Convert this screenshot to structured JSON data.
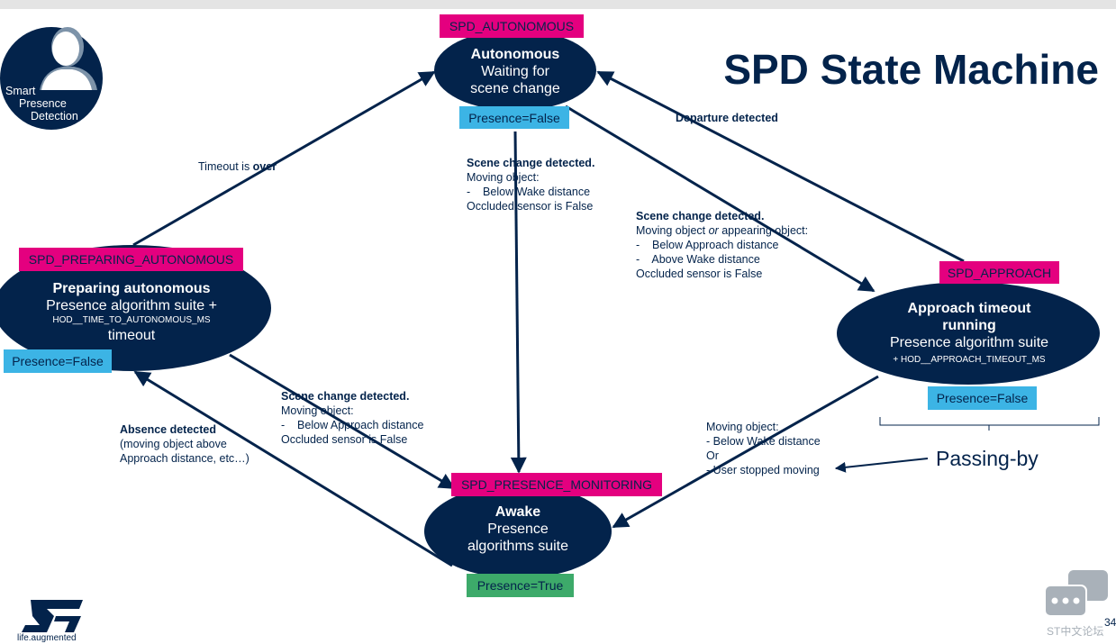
{
  "title": "SPD State Machine",
  "logo": {
    "lines": [
      "Smart",
      "Presence",
      "Detection"
    ]
  },
  "st_logo": {
    "tagline": "life.augmented"
  },
  "states": {
    "autonomous": {
      "tag": "SPD_AUTONOMOUS",
      "title": "Autonomous",
      "line1": "Waiting for",
      "line2": "scene change",
      "presence": "Presence=False"
    },
    "preparing": {
      "tag": "SPD_PREPARING_AUTONOMOUS",
      "title": "Preparing autonomous",
      "line1": "Presence algorithm suite +",
      "param": "HOD__TIME_TO_AUTONOMOUS_MS",
      "line2": "timeout",
      "presence": "Presence=False"
    },
    "approach": {
      "tag": "SPD_APPROACH",
      "title1": "Approach timeout",
      "title2": "running",
      "line1": "Presence algorithm suite",
      "param": "+ HOD__APPROACH_TIMEOUT_MS",
      "presence": "Presence=False"
    },
    "awake": {
      "tag": "SPD_PRESENCE_MONITORING",
      "title": "Awake",
      "line1": "Presence",
      "line2": "algorithms suite",
      "presence": "Presence=True"
    }
  },
  "transitions": {
    "timeout": {
      "text": "Timeout is ",
      "bold": "over"
    },
    "departure": "Departure detected",
    "auto_to_awake": {
      "head": "Scene change detected.",
      "l1": "Moving object:",
      "l2": "-    Below Wake distance",
      "l3": "Occluded sensor is False"
    },
    "auto_to_approach": {
      "head": "Scene change detected.",
      "l1a": "Moving object ",
      "l1b": "or",
      "l1c": " appearing object:",
      "l2": "-    Below Approach distance",
      "l3": "-    Above Wake distance",
      "l4": "Occluded sensor is False"
    },
    "prep_to_awake": {
      "head": "Scene change detected.",
      "l1": "Moving object:",
      "l2": "-    Below Approach distance",
      "l3": "Occluded sensor is False"
    },
    "absence": {
      "head": "Absence detected",
      "l1": "(moving object above",
      "l2": "Approach distance, etc…)"
    },
    "approach_to_awake": {
      "l1": "Moving object:",
      "l2": "- Below Wake distance",
      "l3": "Or",
      "l4": "- User stopped moving"
    },
    "passing_by": "Passing-by"
  },
  "footer": {
    "forum": "ST中文论坛",
    "page": "34"
  },
  "colors": {
    "navy": "#03234b",
    "pink": "#e4007f",
    "blue": "#3cb4e5",
    "green": "#3daa6a"
  }
}
